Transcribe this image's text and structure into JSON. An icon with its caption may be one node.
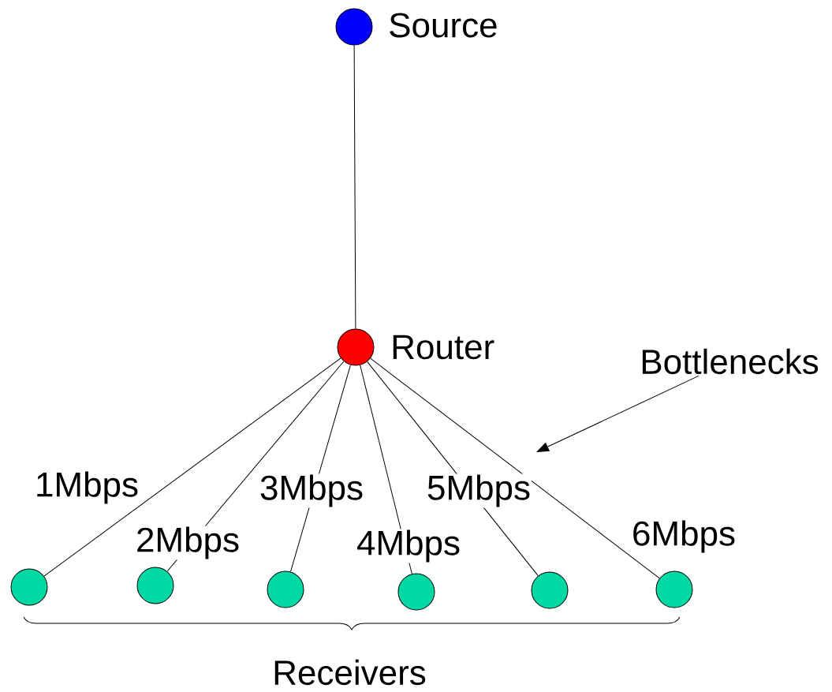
{
  "diagram": {
    "nodes": [
      {
        "text": [],
        "shape": "circle",
        "beside": [
          "Source"
        ]
      },
      {
        "text": [],
        "shape": "circle",
        "beside": [
          "Router"
        ]
      },
      {
        "text": [],
        "shape": "circle"
      },
      {
        "text": [],
        "shape": "circle"
      },
      {
        "text": [],
        "shape": "circle"
      },
      {
        "text": [],
        "shape": "circle"
      },
      {
        "text": [],
        "shape": "circle"
      },
      {
        "text": [],
        "shape": "circle"
      },
      {
        "text": [
          "Bottlenecks"
        ]
      }
    ],
    "edges": [
      {
        "from": 0,
        "to": 1,
        "arrow": "none"
      },
      {
        "from": 1,
        "to": 2,
        "arrow": "none",
        "label": "1Mbps"
      },
      {
        "from": 1,
        "to": 3,
        "arrow": "none",
        "label": "2Mbps"
      },
      {
        "from": 1,
        "to": 4,
        "arrow": "none",
        "label": "3Mbps"
      },
      {
        "from": 1,
        "to": 5,
        "arrow": "none",
        "label": "4Mbps"
      },
      {
        "from": 1,
        "to": 6,
        "arrow": "none",
        "label": "5Mbps"
      },
      {
        "from": 1,
        "to": 7,
        "arrow": "none",
        "label": "6Mbps"
      },
      {
        "from": 8,
        "to": null,
        "arrow": "to"
      }
    ],
    "labels": [
      "Receivers"
    ]
  }
}
